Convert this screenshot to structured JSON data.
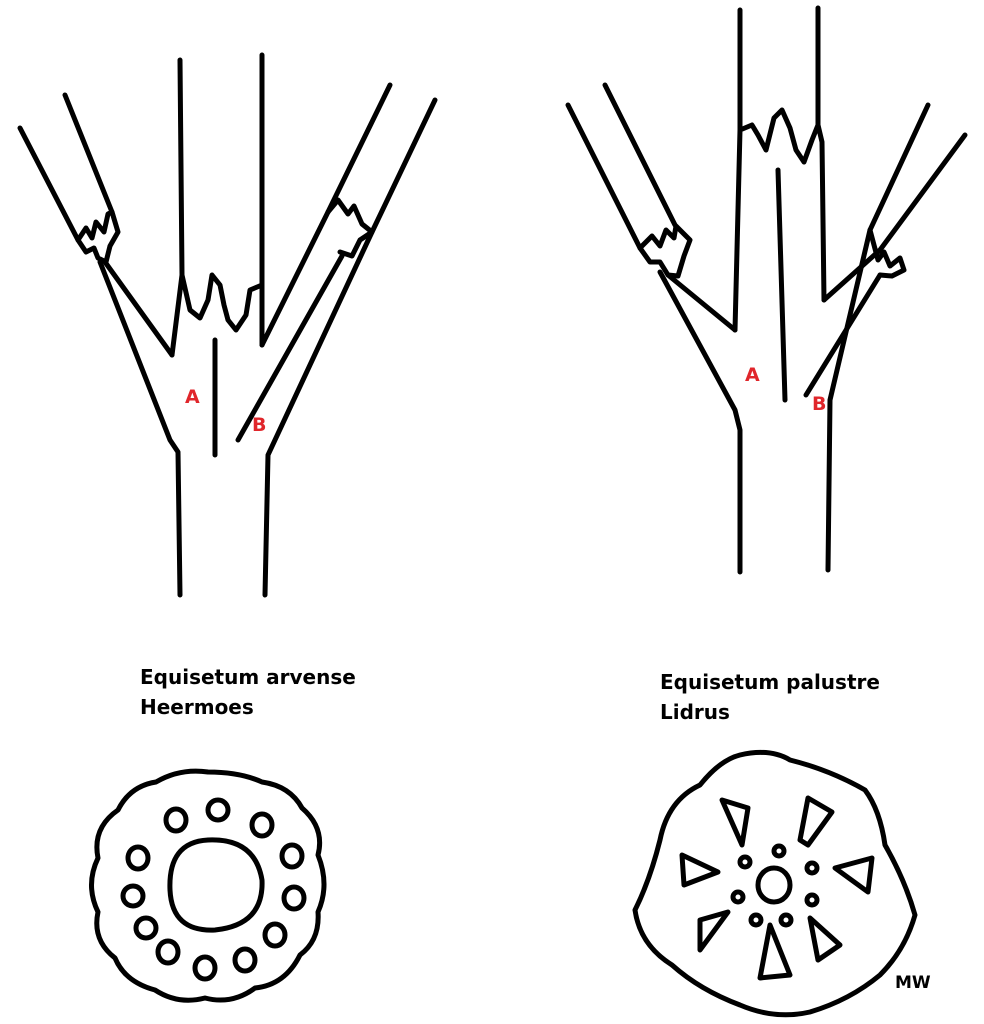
{
  "left": {
    "species": "Equisetum arvense",
    "common_name": "Heermoes",
    "label_a": "A",
    "label_b": "B"
  },
  "right": {
    "species": "Equisetum palustre",
    "common_name": "Lidrus",
    "label_a": "A",
    "label_b": "B"
  },
  "signature": "MW",
  "colors": {
    "line": "#000000",
    "label": "#e0262b"
  }
}
